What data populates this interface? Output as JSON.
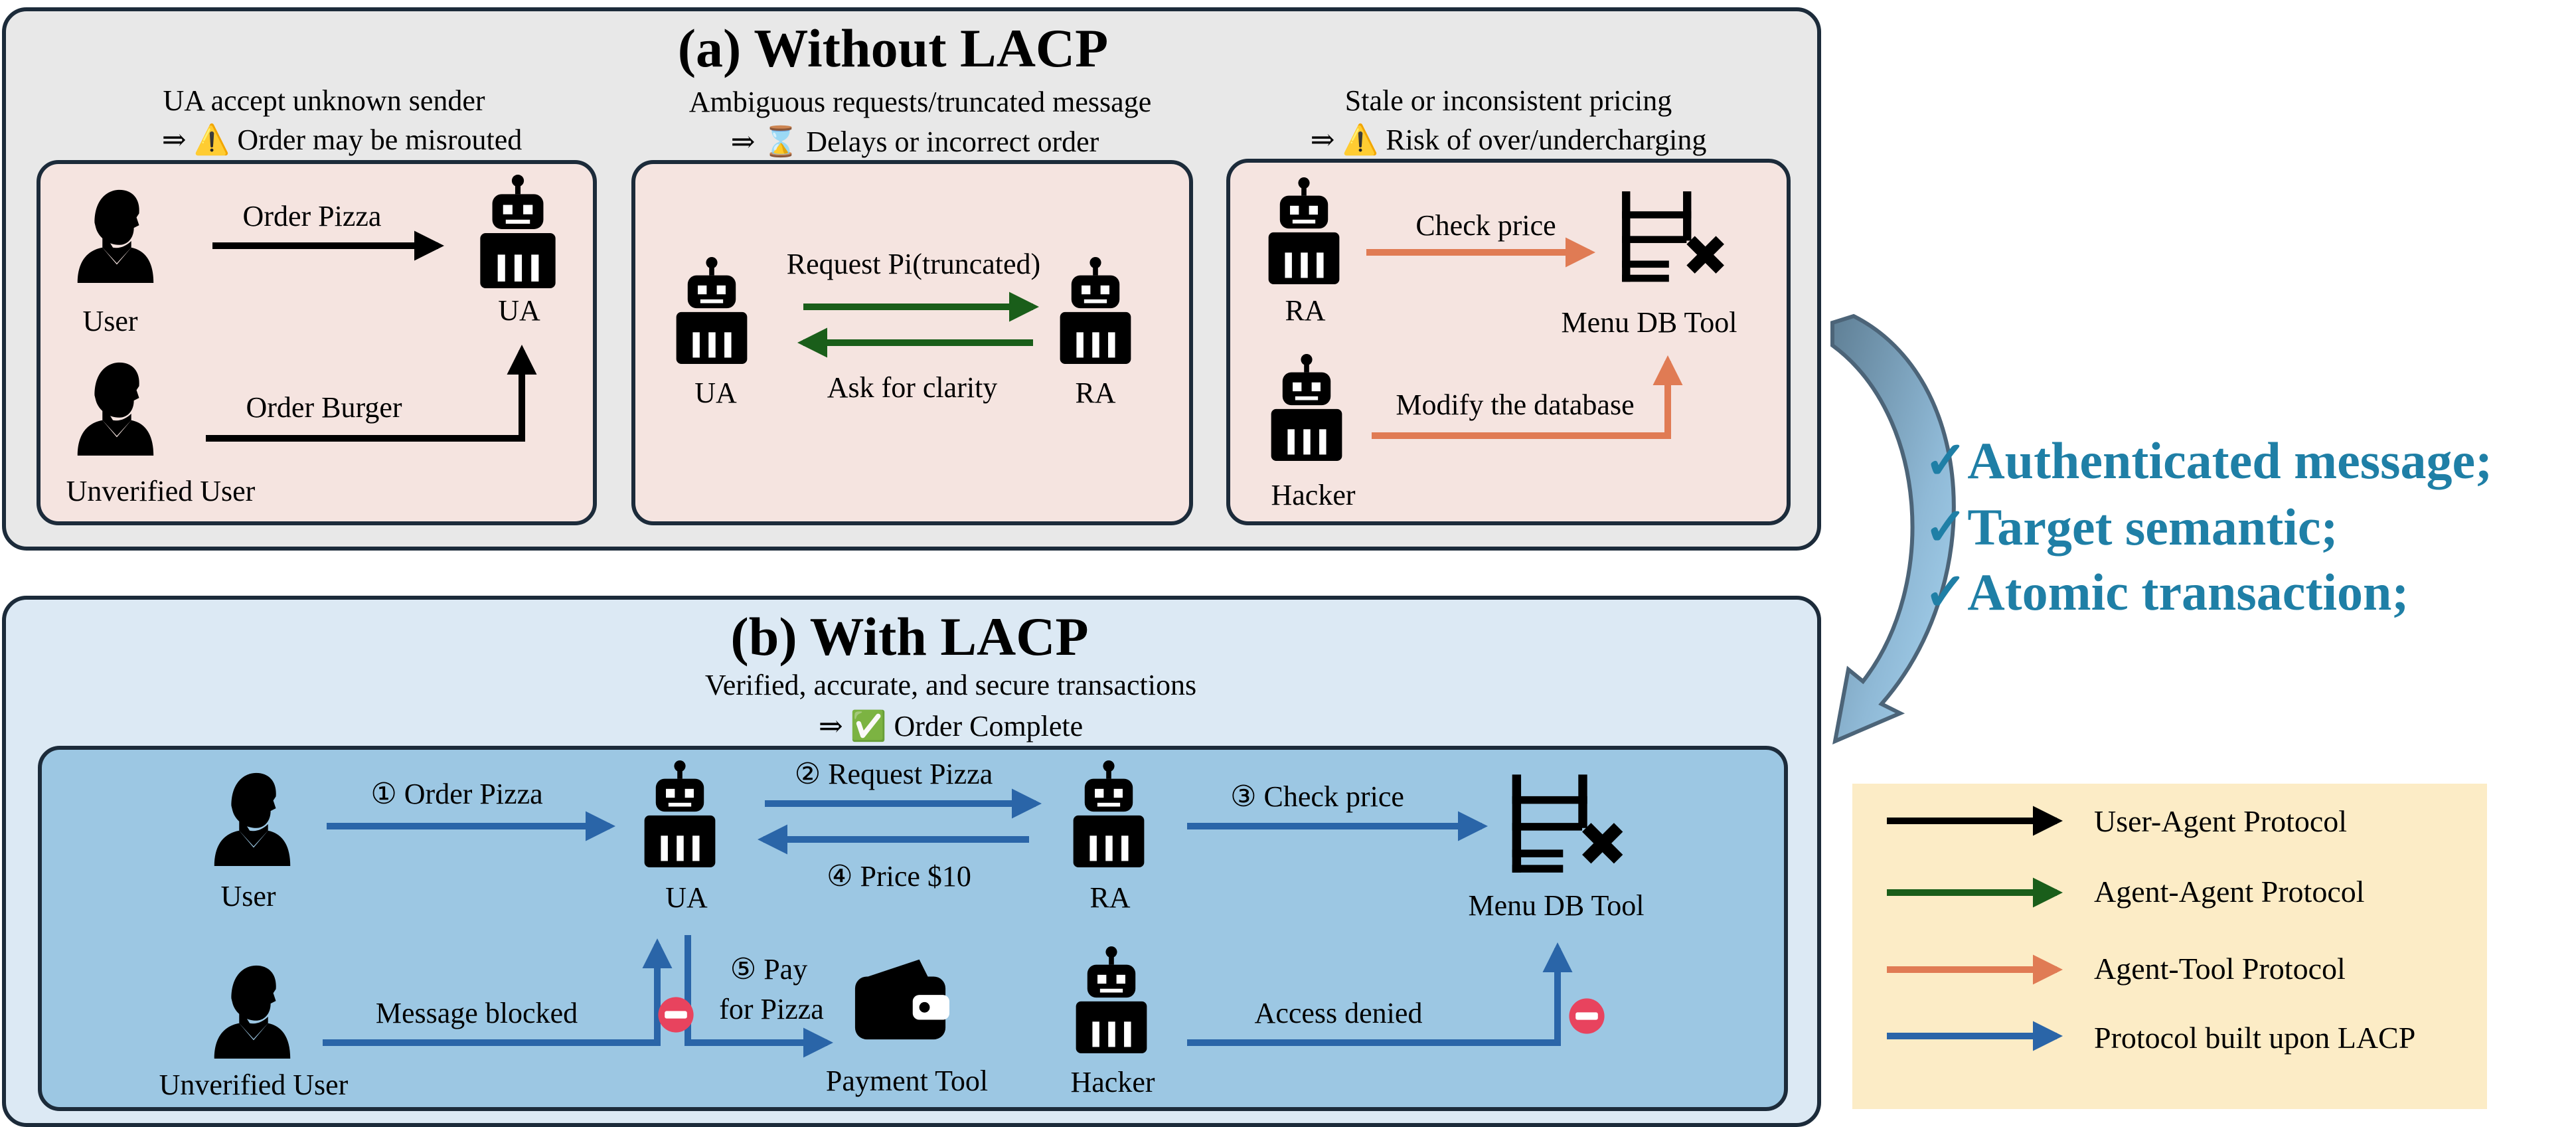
{
  "panel_a": {
    "title": "(a) Without LACP",
    "box1": {
      "caption_line1": "UA accept unknown sender",
      "caption_line2": "⇒ ⚠️ Order may be misrouted",
      "user_label": "User",
      "unverified_label": "Unverified User",
      "ua_label": "UA",
      "arrow1": "Order Pizza",
      "arrow2": "Order Burger"
    },
    "box2": {
      "caption_line1": "Ambiguous requests/truncated message",
      "caption_line2": "⇒ ⌛ Delays or incorrect order",
      "ua_label": "UA",
      "ra_label": "RA",
      "arrow_top": "Request Pi(truncated)",
      "arrow_bottom": "Ask for clarity"
    },
    "box3": {
      "caption_line1": "Stale or inconsistent pricing",
      "caption_line2": "⇒ ⚠️ Risk of over/undercharging",
      "ra_label": "RA",
      "hacker_label": "Hacker",
      "tool_label": "Menu DB Tool",
      "arrow_top": "Check price",
      "arrow_bottom": "Modify the database"
    }
  },
  "panel_b": {
    "title": "(b) With LACP",
    "subtitle_line1": "Verified, accurate,  and secure transactions",
    "subtitle_line2": "⇒ ✅ Order Complete",
    "labels": {
      "user": "User",
      "ua": "UA",
      "ra": "RA",
      "menu_tool": "Menu DB Tool",
      "unverified": "Unverified User",
      "payment": "Payment Tool",
      "hacker": "Hacker"
    },
    "arrows": {
      "step1": "① Order Pizza",
      "step2": "② Request Pizza",
      "step3": "③ Check price",
      "step4": "④ Price $10",
      "step5_line1": "⑤ Pay",
      "step5_line2": "for Pizza",
      "blocked": "Message blocked",
      "denied": "Access denied"
    }
  },
  "benefits": [
    "✓Authenticated message;",
    "✓Target semantic;",
    "✓Atomic  transaction;"
  ],
  "legend": [
    {
      "label": "User-Agent Protocol",
      "color": "#000000"
    },
    {
      "label": "Agent-Agent Protocol",
      "color": "#1a5e1a"
    },
    {
      "label": "Agent-Tool Protocol",
      "color": "#e07b54"
    },
    {
      "label": "Protocol built upon LACP",
      "color": "#2a65a8"
    }
  ],
  "colors": {
    "black_arrow": "#000000",
    "green_arrow": "#1a5e1a",
    "orange_arrow": "#e07b54",
    "blue_arrow": "#2a65a8",
    "benefit_text": "#1f7fa6",
    "panel_a_bg": "#e8e8e8",
    "panel_a_inner": "#f5e4e0",
    "panel_b_bg": "#dce9f4",
    "panel_b_inner": "#9cc7e3",
    "legend_bg": "#fcecc6",
    "blocked_red": "#e8435e"
  }
}
